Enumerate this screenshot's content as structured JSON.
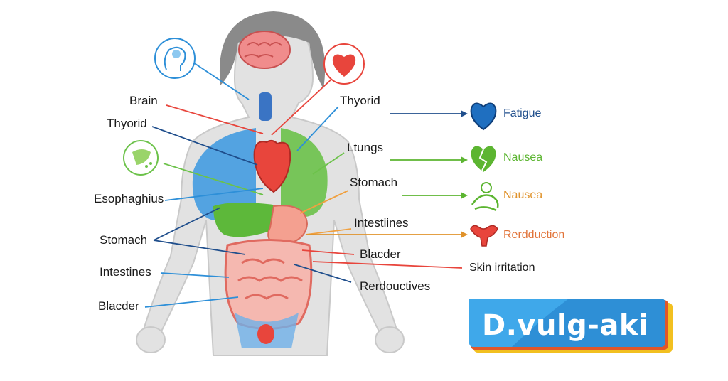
{
  "left_labels": [
    "Brain",
    "Thyorid",
    "Esophaghius",
    "Stomach",
    "Intestines",
    "Blacder"
  ],
  "center_labels": [
    "Thyorid",
    "Ltungs",
    "Stomach",
    "Intestiines",
    "Blacder",
    "Skin irritation",
    "Rerdouctives"
  ],
  "symptoms": [
    {
      "label": "Fatigue",
      "color": "#1f4e8c",
      "icon": "heart-icon"
    },
    {
      "label": "Nausea",
      "color": "#5cb531",
      "icon": "broken-heart-icon"
    },
    {
      "label": "Nausea",
      "color": "#e0922a",
      "icon": "nausea-figure-icon"
    },
    {
      "label": "Rerdduction",
      "color": "#e1743a",
      "icon": "uterus-icon"
    }
  ],
  "logo_text": "D.vulg-aki",
  "icon_circles": [
    "head-brain-icon",
    "heart-icon",
    "stomach-spray-icon"
  ],
  "colors": {
    "blue": "#2d8fd8",
    "green": "#6cc24a",
    "red": "#e8453c",
    "orange": "#f0a040",
    "navy": "#1f4e8c",
    "body": "#dcdcdc"
  }
}
